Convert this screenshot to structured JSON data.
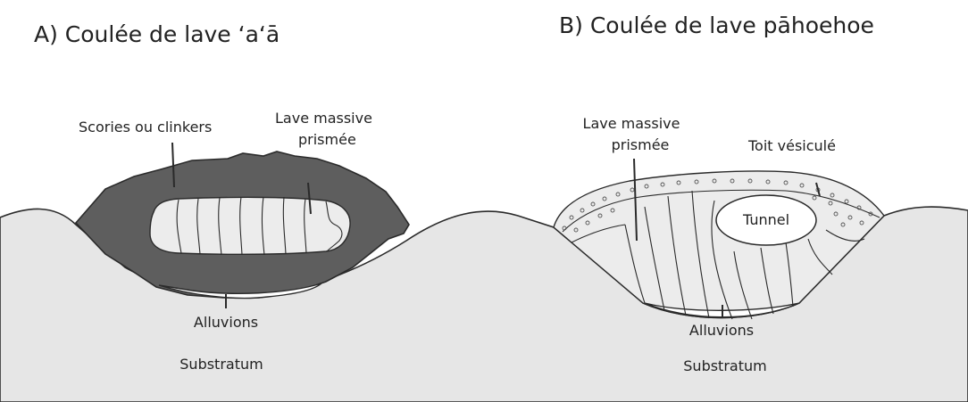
{
  "panel_a": {
    "title": "A) Coulée de lave ʻaʻā",
    "labels": {
      "scoria": "Scories ou clinkers",
      "massive_line1": "Lave massive",
      "massive_line2": "prismée",
      "alluvium": "Alluvions",
      "substratum": "Substratum"
    }
  },
  "panel_b": {
    "title": "B) Coulée de lave pāhoehoe",
    "labels": {
      "massive_line1": "Lave massive",
      "massive_line2": "prismée",
      "vesicular_roof": "Toit vésiculé",
      "tunnel": "Tunnel",
      "alluvium": "Alluvions",
      "substratum": "Substratum"
    }
  },
  "colors": {
    "substratum": "#e6e6e6",
    "scoria": "#5e5e5e",
    "massive_lava": "#ececec",
    "outline": "#2a2a2a"
  }
}
